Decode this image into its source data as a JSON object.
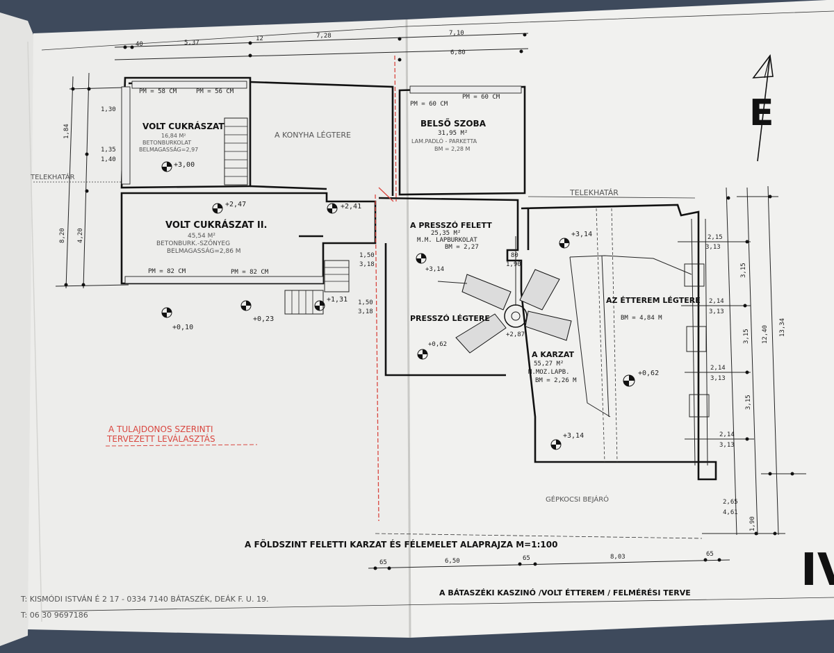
{
  "sheet": {
    "north_letter": "E",
    "sheet_number": "IV",
    "title": "A FÖLDSZINT FELETTI KARZAT ÉS FÉLEMELET ALAPRAJZA  M=1:100",
    "project": "A BÁTASZÉKI KASZINÓ /VOLT ÉTTEREM / FELMÉRÉSI TERVE",
    "author_line": "T: KISMÓDI ISTVÁN  É 2 17 - 0334  7140  BÁTASZÉK, DEÁK F. U. 19.",
    "phone_line": "T: 06 30 9697186",
    "red_note_line1": "A TULAJDONOS SZERINTI",
    "red_note_line2": "TERVEZETT LEVÁLASZTÁS",
    "telekhatar_left": "TELEKHATÁR",
    "telekhatar_right": "TELEKHATÁR",
    "driveway": "GÉPKOCSI BEJÁRÓ"
  },
  "rooms": {
    "volt_cukraszat": {
      "name": "VOLT CUKRÁSZAT",
      "area": "16,84 M²",
      "floor": "BETONBURKOLAT",
      "height": "BELMAGASSÁG=2,97",
      "level": "+3,00"
    },
    "konyha": {
      "name": "A KONYHA LÉGTERE"
    },
    "belso_szoba": {
      "name": "BELSŐ SZOBA",
      "area": "31,95 M²",
      "floor": "LAM.PADLÓ - PARKETTA",
      "height": "BM = 2,28 M"
    },
    "volt_cukraszat_2": {
      "name": "VOLT CUKRÁSZAT II.",
      "area": "45,54 M²",
      "floor": "BETONBURK.-SZŐNYEG",
      "height": "BELMAGASSÁG=2,86 M",
      "level": "+2,47"
    },
    "presszo_felett": {
      "name": "A PRESSZÓ FELETT",
      "area": "25,35 M²",
      "floor": "M.M. LAPBURKOLAT",
      "height": "BM = 2,27",
      "level": "+3,14"
    },
    "presszo_legtere": {
      "name": "PRESSZÓ LÉGTERE",
      "level": "+0,62"
    },
    "etterem_legtere": {
      "name": "AZ ÉTTEREM LÉGTERE",
      "height": "BM = 4,84 M",
      "level": "+0,62"
    },
    "karzat": {
      "name": "A KARZAT",
      "area": "55,27 M²",
      "floor": "M.MOZ.LAPB.",
      "height": "BM = 2,26 M",
      "level_top": "+3,14",
      "level_bottom": "+3,14",
      "level_stair": "+2,87"
    }
  },
  "levels": {
    "l_241": "+2,41",
    "l_010": "+0,10",
    "l_023": "+0,23",
    "l_131": "+1,31",
    "l_314_right": "+3,14"
  },
  "dims_top": {
    "d40": "40",
    "d537": "5,37",
    "d12": "12",
    "d728": "7,28",
    "d710": "7,10",
    "d680": "6,80"
  },
  "windows": {
    "w1": "PM = 58 CM",
    "w2": "PM = 56 CM",
    "w3": "PM = 60 CM",
    "w4": "PM = 60 CM",
    "w5": "PM = 82 CM",
    "w6": "PM = 82 CM"
  },
  "dims_left": {
    "d184": "1,84",
    "d130": "1,30",
    "d135": "1,35",
    "d140": "1,40",
    "d820": "8,20",
    "d420": "4,20"
  },
  "dims_mid": {
    "d150a": "1,50",
    "d318a": "3,18",
    "d150b": "1,50",
    "d318b": "3,18",
    "d80": "80",
    "d190": "1,90"
  },
  "dims_right": {
    "d215": "2,15",
    "d313a": "3,13",
    "d315a": "3,15",
    "d214a": "2,14",
    "d313b": "3,13",
    "d315b": "3,15",
    "d214b": "2,14",
    "d313c": "3,13",
    "d214c": "2,14",
    "d313d": "3,13",
    "d315c": "3,15",
    "d265": "2,65",
    "d461": "4,61",
    "d190": "1,90",
    "d1240": "12,40",
    "d1334": "13,34"
  },
  "dims_bottom": {
    "b65a": "65",
    "b650": "6,50",
    "b65b": "65",
    "b803": "8,03",
    "b65c": "65"
  }
}
